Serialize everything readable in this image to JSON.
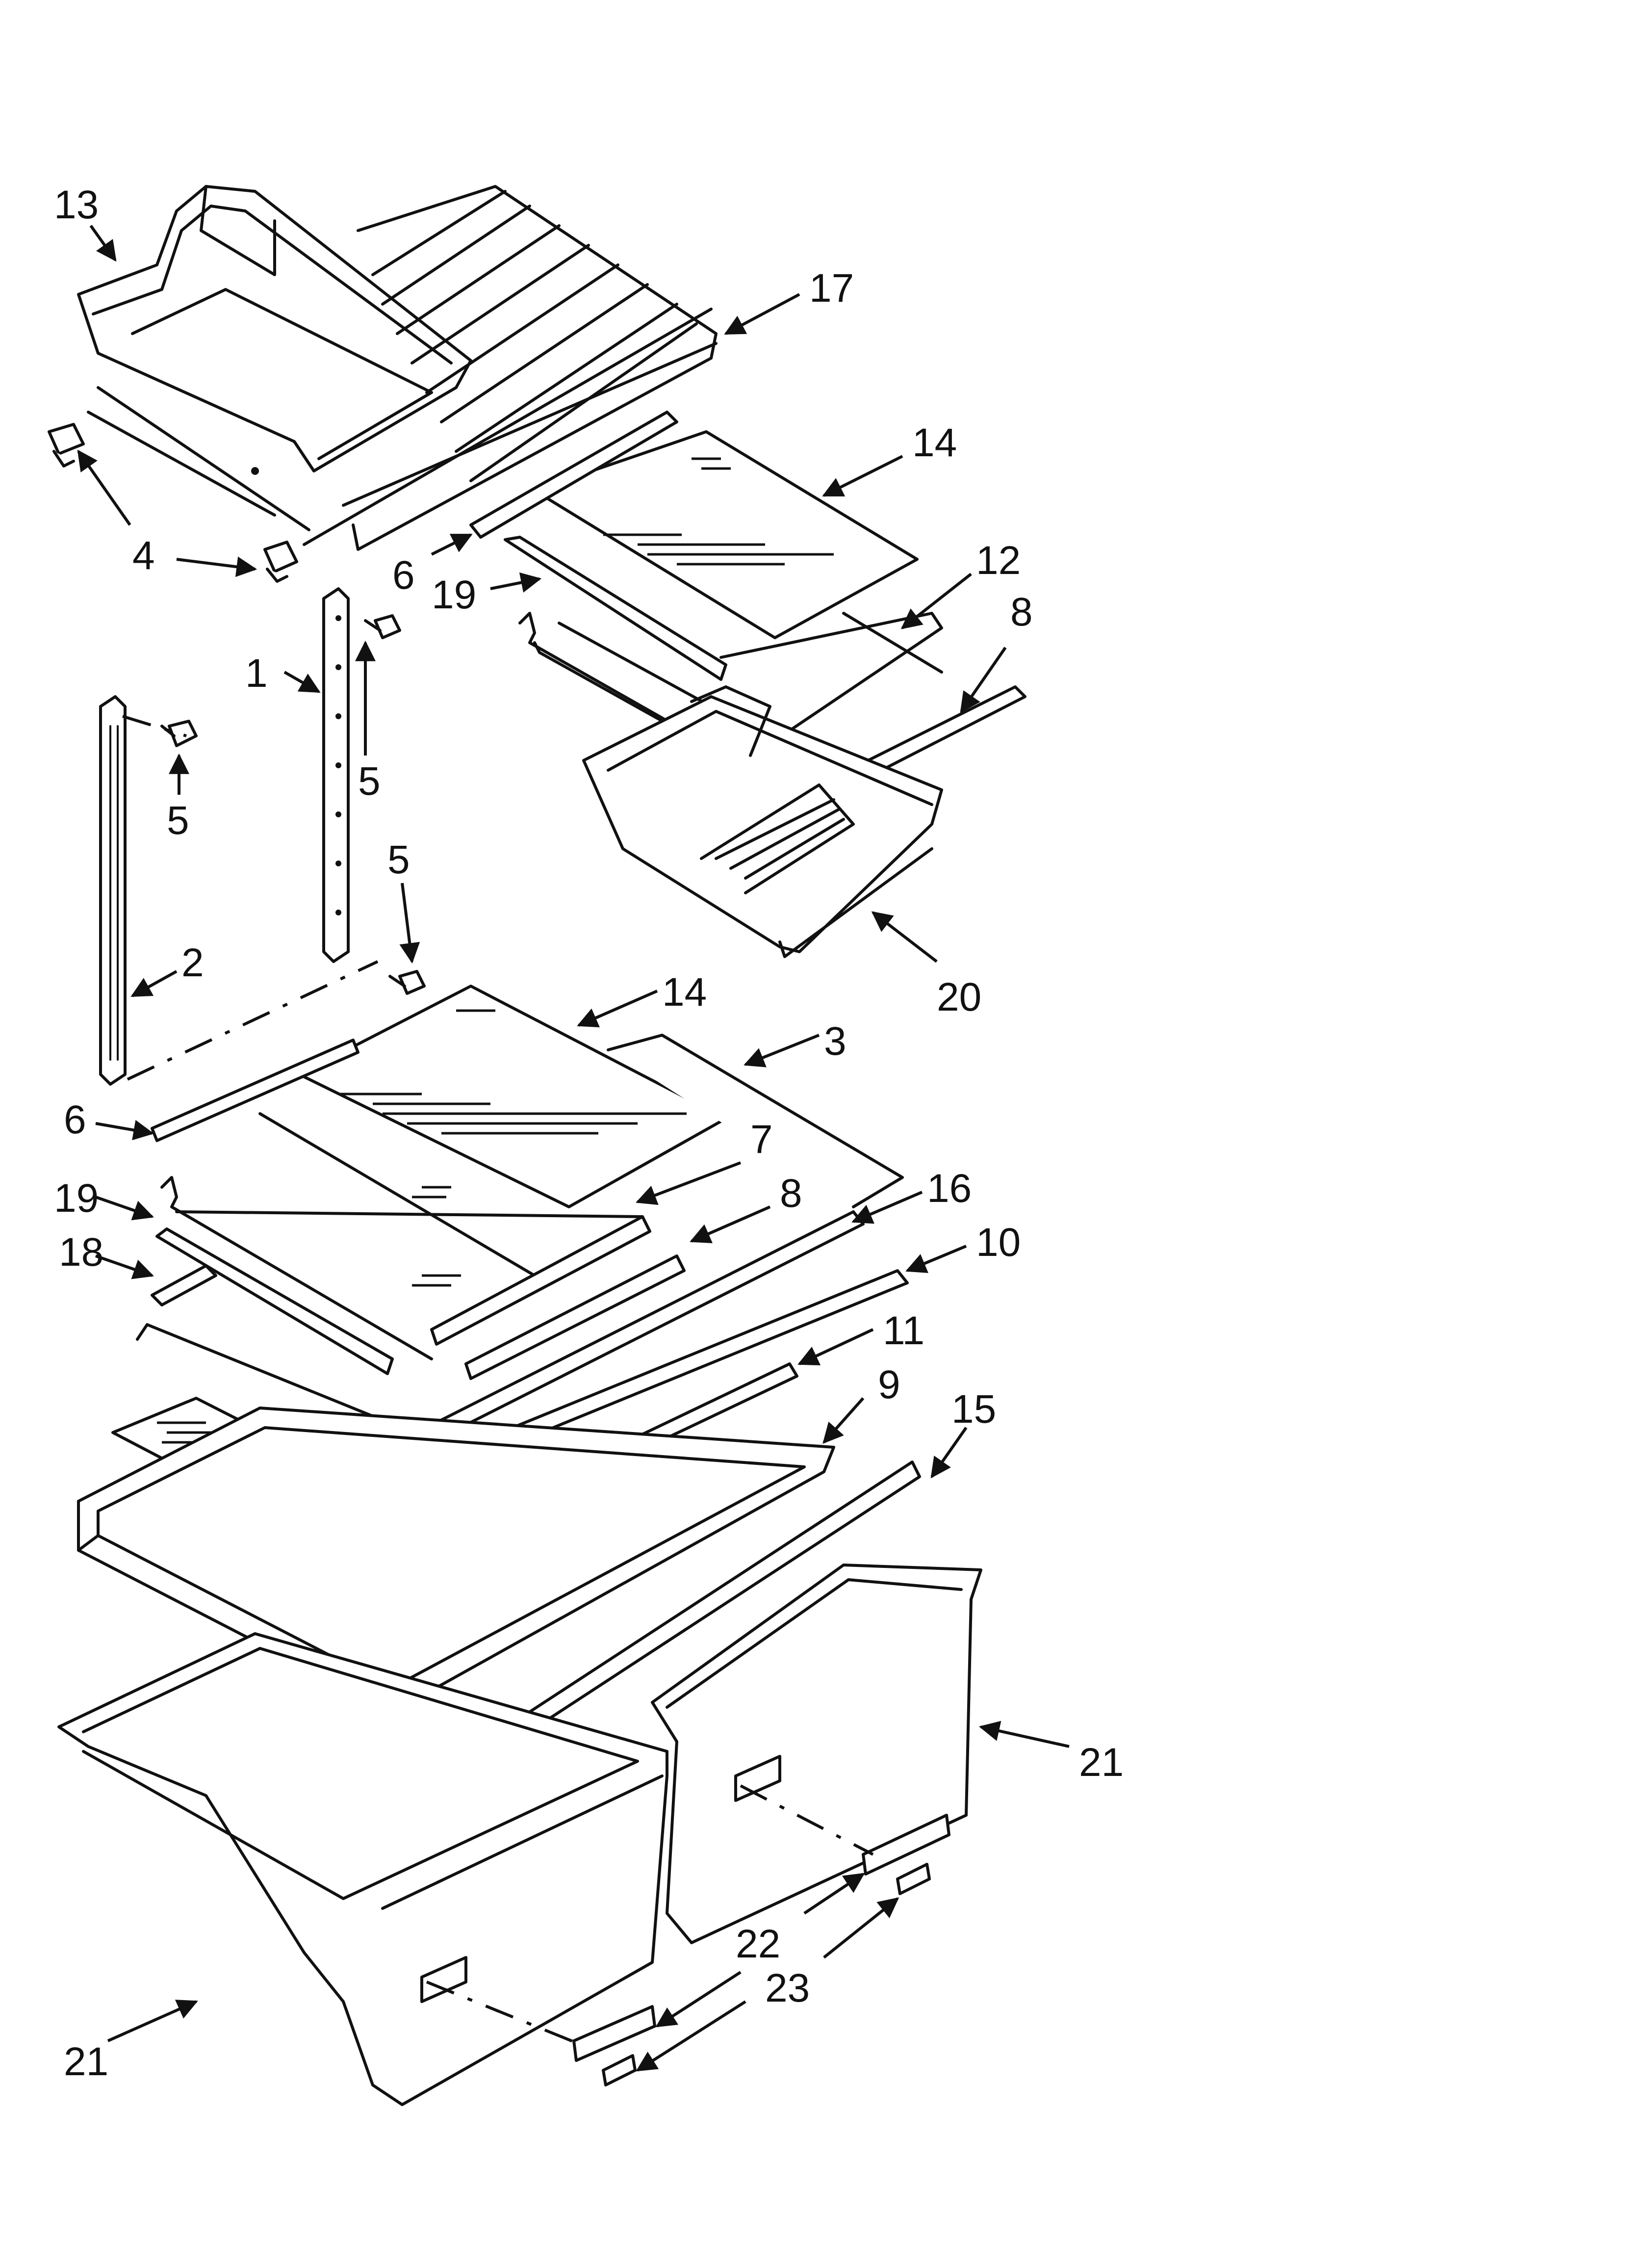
{
  "diagram": {
    "callouts": [
      {
        "id": "c13",
        "label": "13"
      },
      {
        "id": "c17",
        "label": "17"
      },
      {
        "id": "c14a",
        "label": "14"
      },
      {
        "id": "c4",
        "label": "4"
      },
      {
        "id": "c6a",
        "label": "6"
      },
      {
        "id": "c19a",
        "label": "19"
      },
      {
        "id": "c12",
        "label": "12"
      },
      {
        "id": "c8a",
        "label": "8"
      },
      {
        "id": "c1",
        "label": "1"
      },
      {
        "id": "c5a",
        "label": "5"
      },
      {
        "id": "c5b",
        "label": "5"
      },
      {
        "id": "c5c",
        "label": "5"
      },
      {
        "id": "c2",
        "label": "2"
      },
      {
        "id": "c20",
        "label": "20"
      },
      {
        "id": "c14b",
        "label": "14"
      },
      {
        "id": "c3",
        "label": "3"
      },
      {
        "id": "c6b",
        "label": "6"
      },
      {
        "id": "c7",
        "label": "7"
      },
      {
        "id": "c8b",
        "label": "8"
      },
      {
        "id": "c16",
        "label": "16"
      },
      {
        "id": "c19b",
        "label": "19"
      },
      {
        "id": "c18",
        "label": "18"
      },
      {
        "id": "c10",
        "label": "10"
      },
      {
        "id": "c11",
        "label": "11"
      },
      {
        "id": "c9",
        "label": "9"
      },
      {
        "id": "c15",
        "label": "15"
      },
      {
        "id": "c21a",
        "label": "21"
      },
      {
        "id": "c22",
        "label": "22"
      },
      {
        "id": "c23",
        "label": "23"
      },
      {
        "id": "c21b",
        "label": "21"
      }
    ]
  }
}
